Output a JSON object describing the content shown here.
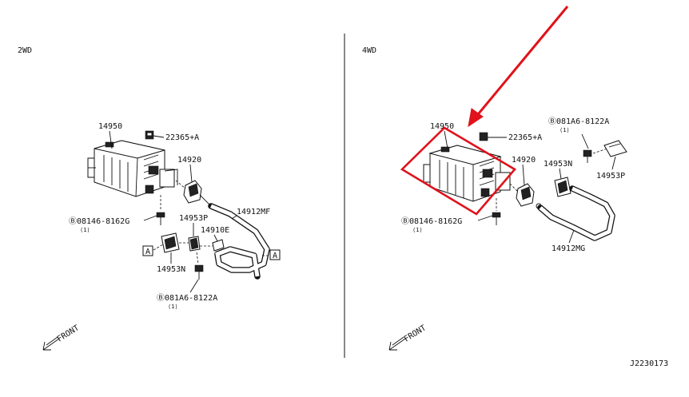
{
  "left_panel": {
    "title": "2WD",
    "labels": {
      "canister": "14950",
      "hose_clip": "22365+A",
      "valve": "14920",
      "bolt_b": "Ⓑ08146-8162G",
      "bolt_b_qty": "⟨1⟩",
      "bracket_p": "14953P",
      "clip_e": "14910E",
      "hose_mf": "14912MF",
      "bracket_n": "14953N",
      "bolt_a": "Ⓑ081A6-8122A",
      "bolt_a_qty": "⟨1⟩",
      "ref_a1": "A",
      "ref_a2": "A",
      "front": "FRONT"
    }
  },
  "right_panel": {
    "title": "4WD",
    "labels": {
      "canister": "14950",
      "hose_clip": "22365+A",
      "valve": "14920",
      "bolt_b": "Ⓑ08146-8162G",
      "bolt_b_qty": "⟨1⟩",
      "bolt_a": "Ⓑ081A6-8122A",
      "bolt_a_qty": "⟨1⟩",
      "bracket_n": "14953N",
      "bracket_p": "14953P",
      "hose_mg": "14912MG",
      "front": "FRONT"
    }
  },
  "diagram_code": "J2230173",
  "colors": {
    "highlight": "#e0121b",
    "line": "#111111",
    "background": "#ffffff"
  }
}
